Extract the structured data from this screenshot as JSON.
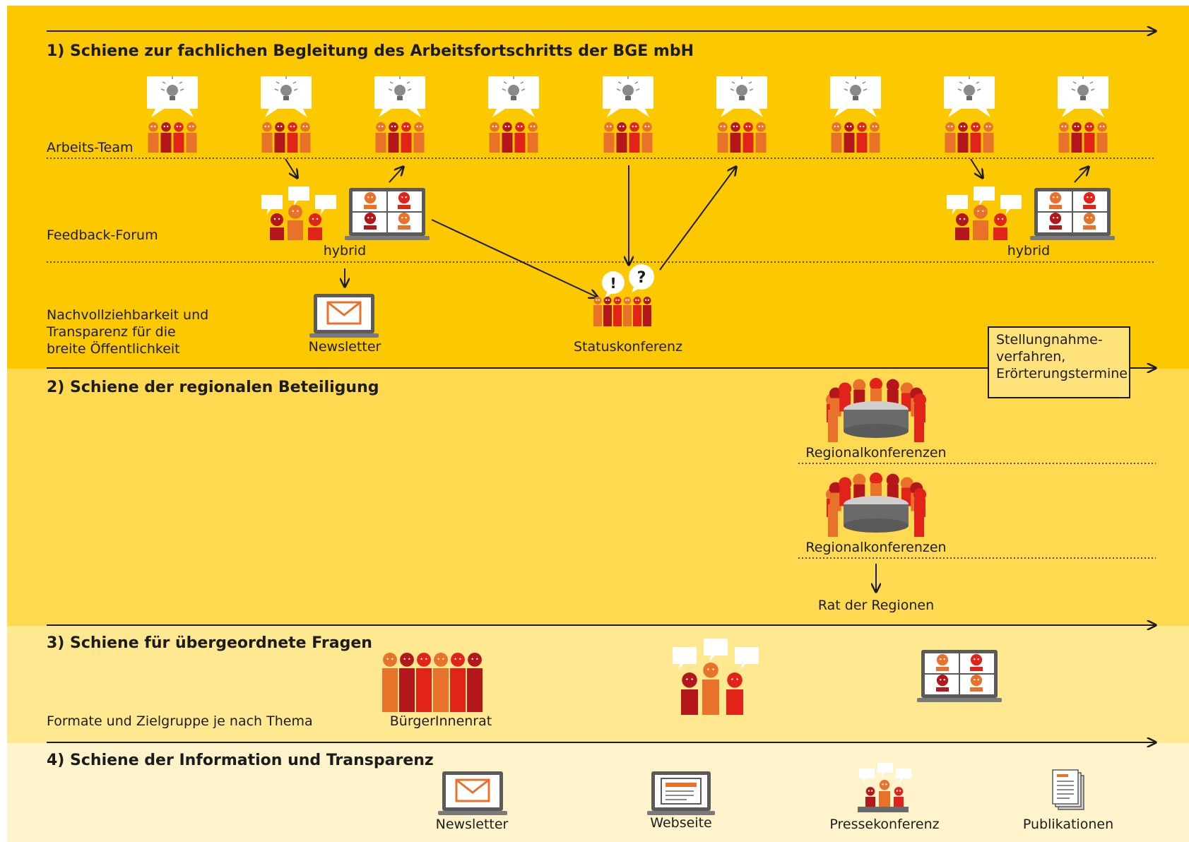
{
  "sections": {
    "s1": "1) Schiene zur fachlichen Begleitung des Arbeitsfortschritts der BGE mbH",
    "s2": "2) Schiene der regionalen Beteiligung",
    "s3": "3) Schiene für übergeordnete Fragen",
    "s4": "4) Schiene der Information und Transparenz"
  },
  "rows": {
    "arbeits_team": "Arbeits-Team",
    "feedback_forum": "Feedback-Forum",
    "nachvollziehbarkeit": "Nachvollziehbarkeit und Transparenz für die breite Öffentlichkeit"
  },
  "labels": {
    "hybrid_left": "hybrid",
    "hybrid_right": "hybrid",
    "newsletter_top": "Newsletter",
    "statuskonferenz": "Statuskonferenz",
    "stellungnahme": "Stellungnahme-\nverfahren,\nErörterungstermine",
    "regionalkonferenzen_1": "Regionalkonferenzen",
    "regionalkonferenzen_2": "Regionalkonferenzen",
    "rat_der_regionen": "Rat der Regionen",
    "formate": "Formate und Zielgruppe je nach Thema",
    "buergerrat": "BürgerInnenrat",
    "newsletter_bottom": "Newsletter",
    "webseite": "Webseite",
    "pressekonferenz": "Pressekonferenz",
    "publikationen": "Publikationen"
  },
  "icons": {
    "work_team": "lightbulb-team-icon",
    "forum": "speech-group-icon",
    "video": "video-conference-icon",
    "newsletter": "envelope-laptop-icon",
    "status": "status-conference-icon",
    "regional": "round-table-icon",
    "council": "citizens-council-icon",
    "website": "website-icon",
    "press": "press-conference-icon",
    "publications": "publication-icon"
  },
  "colors": {
    "band1": "#fcc800",
    "band2": "#ffd94f",
    "band3": "#ffe890",
    "band4": "#fff3cc",
    "orange": "#e8722a",
    "red": "#e2231a",
    "darkred": "#b3171b",
    "ink": "#1c1c1c"
  }
}
